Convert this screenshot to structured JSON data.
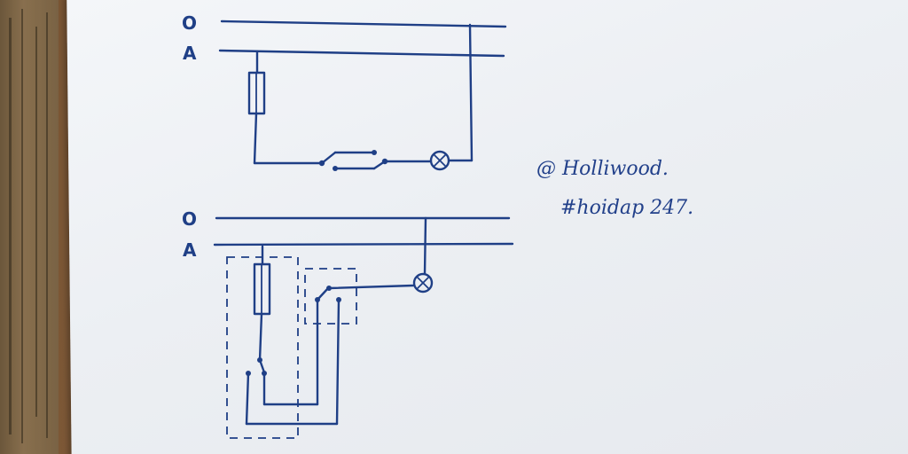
{
  "diagram_top": {
    "label_o": "O",
    "label_a": "A"
  },
  "diagram_bottom": {
    "label_o": "O",
    "label_a": "A"
  },
  "notes": {
    "author": "@ Holliwood.",
    "tag": "#hoidap 247."
  },
  "colors": {
    "ink": "#1f3f86",
    "paper": "#eef0f4",
    "desk": "#6b4a2c"
  }
}
